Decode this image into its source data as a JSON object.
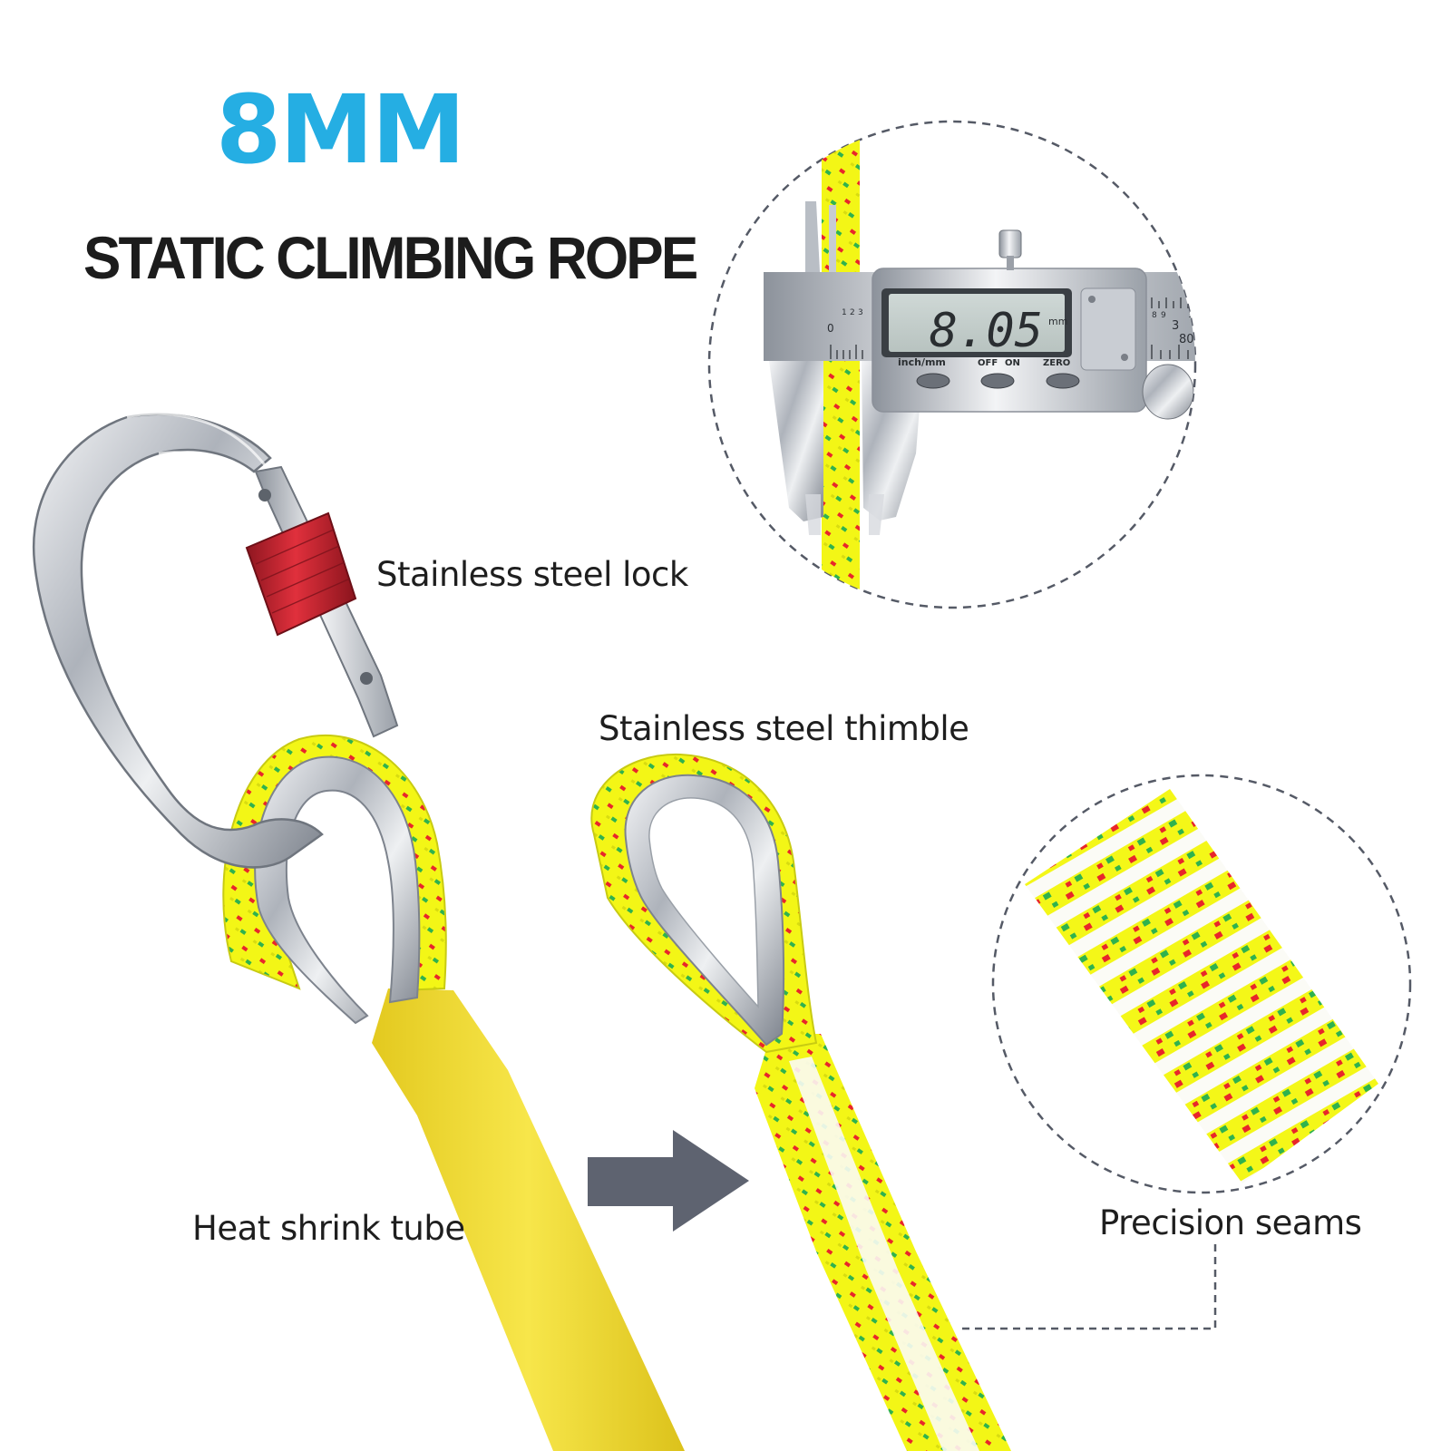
{
  "headline": "8MM",
  "subheadline": "STATIC CLIMBING ROPE",
  "callouts": {
    "lock": "Stainless steel lock",
    "thimble": "Stainless steel thimble",
    "tube": "Heat shrink tube",
    "seams": "Precision seams"
  },
  "caliper": {
    "reading": "8.05",
    "unit": "mm",
    "buttons": [
      "inch/mm",
      "OFF",
      "ON",
      "ZERO"
    ],
    "scale_labels": [
      "0",
      "1",
      "2",
      "3",
      "8",
      "9",
      "1",
      "3",
      "80"
    ]
  },
  "colors": {
    "headline": "#25aee3",
    "rope": "#f2f516",
    "rope_red": "#e8262a",
    "rope_green": "#2fb24e",
    "tube": "#f0df2c",
    "carabiner_lock": "#c3202e",
    "arrow": "#5e6370",
    "dashed_circle": "#555a66"
  }
}
